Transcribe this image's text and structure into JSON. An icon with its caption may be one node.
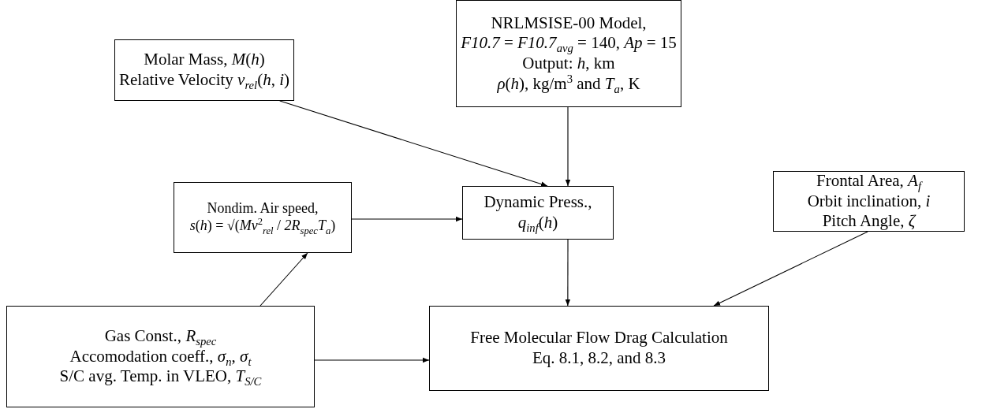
{
  "diagram": {
    "nodes": [
      {
        "text": [
          "Molar Mass, *M*(*h*)",
          "Relative Velocity *v*$_{rel}$(*h*, *i*)"
        ]
      },
      {
        "text": [
          "NRLMSISE-00 Model,",
          "*F10.7* = *F10.7*$_{avg}$ = 140, *Ap* = 15",
          "Output: *h*, km",
          "*ρ*(*h*), kg/m$^{3}$ and *T*$_{a}$, K"
        ]
      },
      {
        "text": [
          "Nondim. Air speed,",
          "*s*(*h*) = √(*Mv*$^{2}$$_{rel}$ / *2R*$_{spec}$*T*$_{a}$)"
        ]
      },
      {
        "text": [
          "Dynamic Press.,",
          "*q*$_{inf}$(*h*)"
        ]
      },
      {
        "text": [
          "Frontal Area, *A*$_{f}$",
          "Orbit inclination, *i*",
          "Pitch Angle, *ζ*"
        ]
      },
      {
        "text": [
          "Gas Const., *R*$_{spec}$",
          "Accomodation coeff., *σ*$_{n}$, *σ*$_{t}$",
          "S/C avg. Temp. in VLEO, *T*$_{S/C}$"
        ]
      },
      {
        "text": [
          "Free Molecular Flow Drag Calculation",
          "Eq. 8.1, 8.2, and 8.3"
        ]
      }
    ],
    "edges": [
      {
        "from": 0,
        "to": 3,
        "arrow": "to"
      },
      {
        "from": 1,
        "to": 3,
        "arrow": "to"
      },
      {
        "from": 2,
        "to": 3,
        "arrow": "to"
      },
      {
        "from": 5,
        "to": 2,
        "arrow": "to"
      },
      {
        "from": 3,
        "to": 6,
        "arrow": "to"
      },
      {
        "from": 4,
        "to": 6,
        "arrow": "to"
      },
      {
        "from": 5,
        "to": 6,
        "arrow": "to"
      }
    ]
  }
}
